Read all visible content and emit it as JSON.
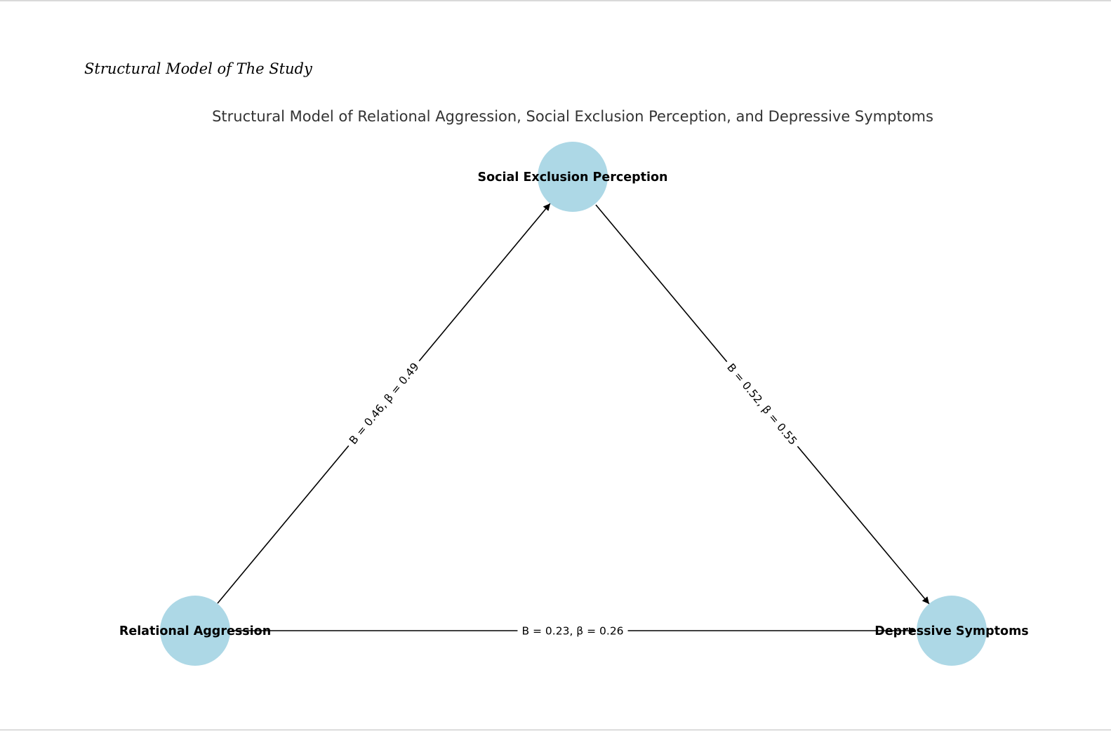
{
  "document": {
    "caption": "Structural Model of The Study"
  },
  "diagram": {
    "title": "Structural Model of Relational Aggression, Social Exclusion Perception, and Depressive Symptoms",
    "colors": {
      "node_fill": "#add8e6",
      "edge": "#000000",
      "label_box": "#ffffff"
    },
    "nodes": [
      {
        "id": "ra",
        "label": "Relational Aggression"
      },
      {
        "id": "sep",
        "label": "Social Exclusion Perception"
      },
      {
        "id": "ds",
        "label": "Depressive Symptoms"
      }
    ],
    "edges": [
      {
        "from": "ra",
        "to": "sep",
        "label": "B = 0.46, β = 0.49"
      },
      {
        "from": "sep",
        "to": "ds",
        "label": "B = 0.52, β = 0.55"
      },
      {
        "from": "ra",
        "to": "ds",
        "label": "B = 0.23, β = 0.26"
      }
    ]
  }
}
